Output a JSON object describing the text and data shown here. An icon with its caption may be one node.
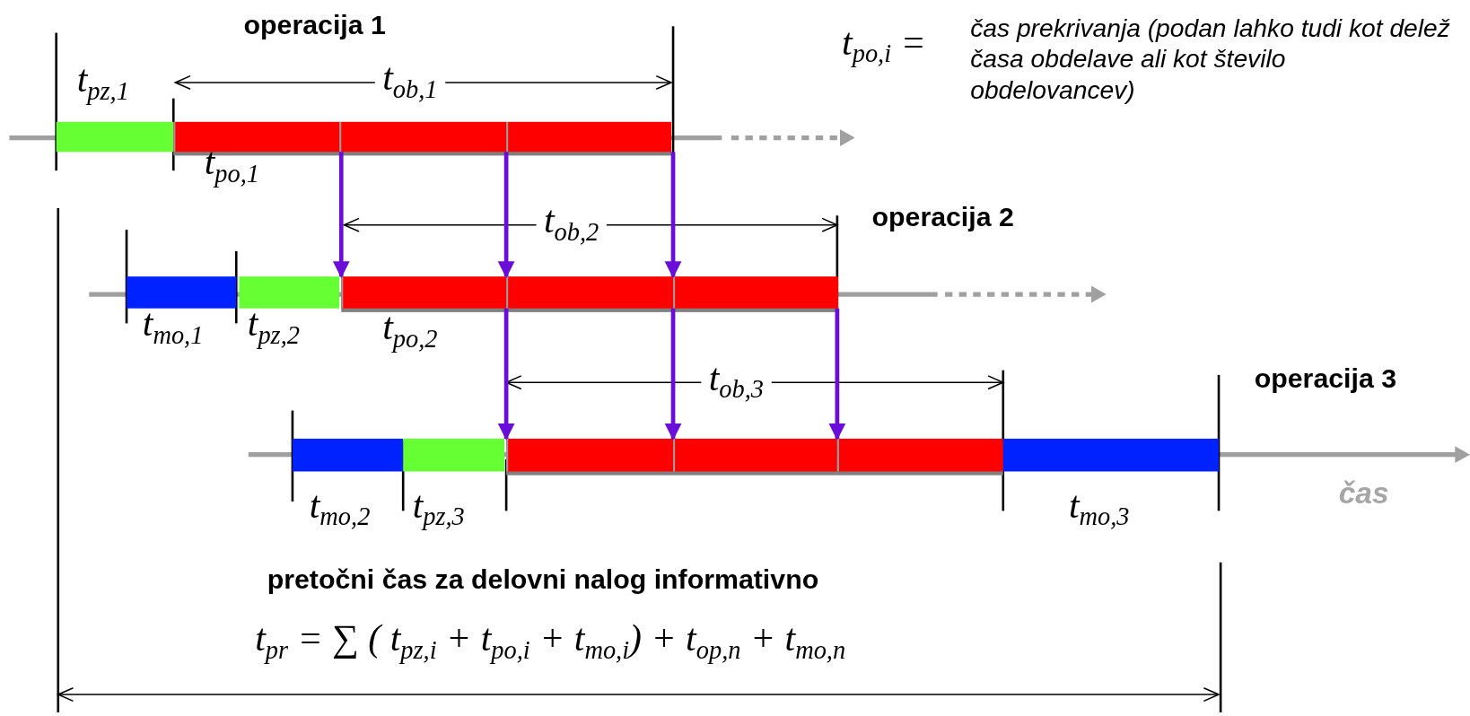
{
  "diagram": {
    "nodes": [
      {
        "text": [],
        "shape": "bar"
      },
      {
        "text": [],
        "shape": "bar"
      },
      {
        "text": [],
        "shape": "bar"
      },
      {
        "text": [],
        "shape": "bar"
      },
      {
        "text": [],
        "shape": "bar"
      },
      {
        "text": [],
        "shape": "bar"
      },
      {
        "text": [],
        "shape": "bar"
      },
      {
        "text": [],
        "shape": "bar"
      },
      {
        "text": [],
        "shape": "bar"
      },
      {
        "text": [],
        "shape": "bar"
      },
      {
        "text": [],
        "shape": "bar"
      },
      {
        "text": [],
        "shape": "bar"
      },
      {
        "text": [],
        "shape": "bar"
      },
      {
        "text": [],
        "shape": "bar"
      },
      {
        "text": [],
        "shape": "bar"
      }
    ],
    "edges": [
      {
        "from": 1,
        "to": 6,
        "arrow": "to"
      },
      {
        "from": 2,
        "to": 7,
        "arrow": "to"
      },
      {
        "from": 3,
        "to": 8,
        "arrow": "to"
      },
      {
        "from": 6,
        "to": 11,
        "arrow": "to"
      },
      {
        "from": 7,
        "to": 12,
        "arrow": "to"
      },
      {
        "from": 8,
        "to": 13,
        "arrow": "to"
      }
    ],
    "labels": [
      "operacija 1",
      "t$_{pz,1}$",
      "t$_{ob,1}$",
      "t$_{po,i}$ =",
      "čas prekrivanja  (podan lahko tudi kot delež časa obdelave ali kot število obdelovancev)",
      "t$_{po,1}$",
      "t$_{ob,2}$",
      "operacija 2",
      "t$_{mo,1}$",
      "t$_{pz,2}$",
      "t$_{po,2}$",
      "t$_{ob,3}$",
      "operacija 3",
      "t$_{mo,2}$",
      "t$_{pz,3}$",
      "t$_{mo,3}$",
      "čas",
      "pretočni čas za delovni nalog  informativno",
      "t$_{pr}$ = ∑ ( t$_{pz,i}$ + t$_{po,i}$ + t$_{mo,i}$) + t$_{op,n}$ + t$_{mo,n}$"
    ]
  }
}
